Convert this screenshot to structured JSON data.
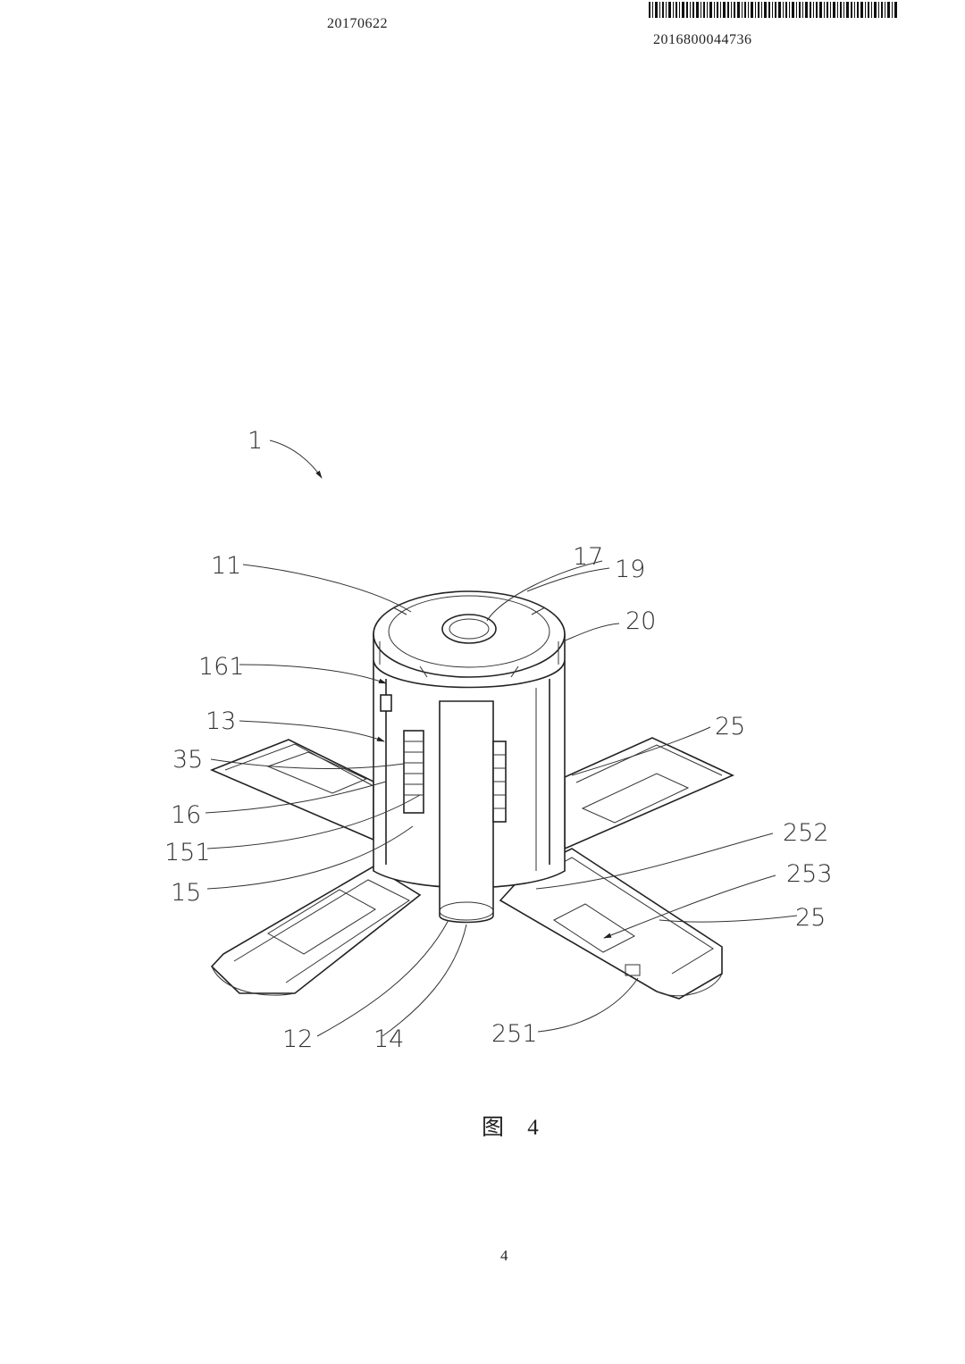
{
  "header": {
    "date": "20170622",
    "doc_number": "2016800044736"
  },
  "figure": {
    "caption": "图 4",
    "labels": {
      "l1": "1",
      "l11": "11",
      "l17": "17",
      "l19": "19",
      "l20": "20",
      "l161": "161",
      "l13": "13",
      "l35": "35",
      "l16": "16",
      "l151": "151",
      "l15": "15",
      "l25a": "25",
      "l252": "252",
      "l253": "253",
      "l25b": "25",
      "l12": "12",
      "l14": "14",
      "l251": "251"
    }
  },
  "footer": {
    "page_number": "4"
  }
}
